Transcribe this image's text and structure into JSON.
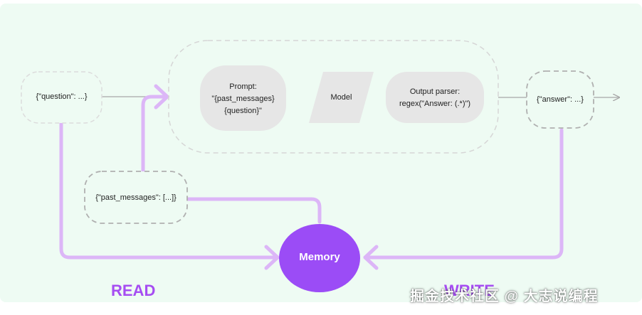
{
  "nodes": {
    "question": "{\"question\": ...}",
    "past_messages": "{\"past_messages\": [...]}",
    "prompt": [
      "Prompt:",
      "\"{past_messages}",
      "{question}\""
    ],
    "model": "Model",
    "parser": [
      "Output parser:",
      "regex(\"Answer: (.*)\")"
    ],
    "answer": "{\"answer\": ...}",
    "memory": "Memory"
  },
  "labels": {
    "read": "READ",
    "write": "WRITE"
  },
  "watermark": "掘金技术社区 @ 大志说编程",
  "colors": {
    "background": "#eefbf3",
    "purple_line": "#dcb6f7",
    "memory_fill": "#9b4cf6",
    "read_text": "#a64df2",
    "write_text": "#a64df2",
    "gray_line": "#b4b4b4",
    "node_fill": "#e6e6e6"
  }
}
